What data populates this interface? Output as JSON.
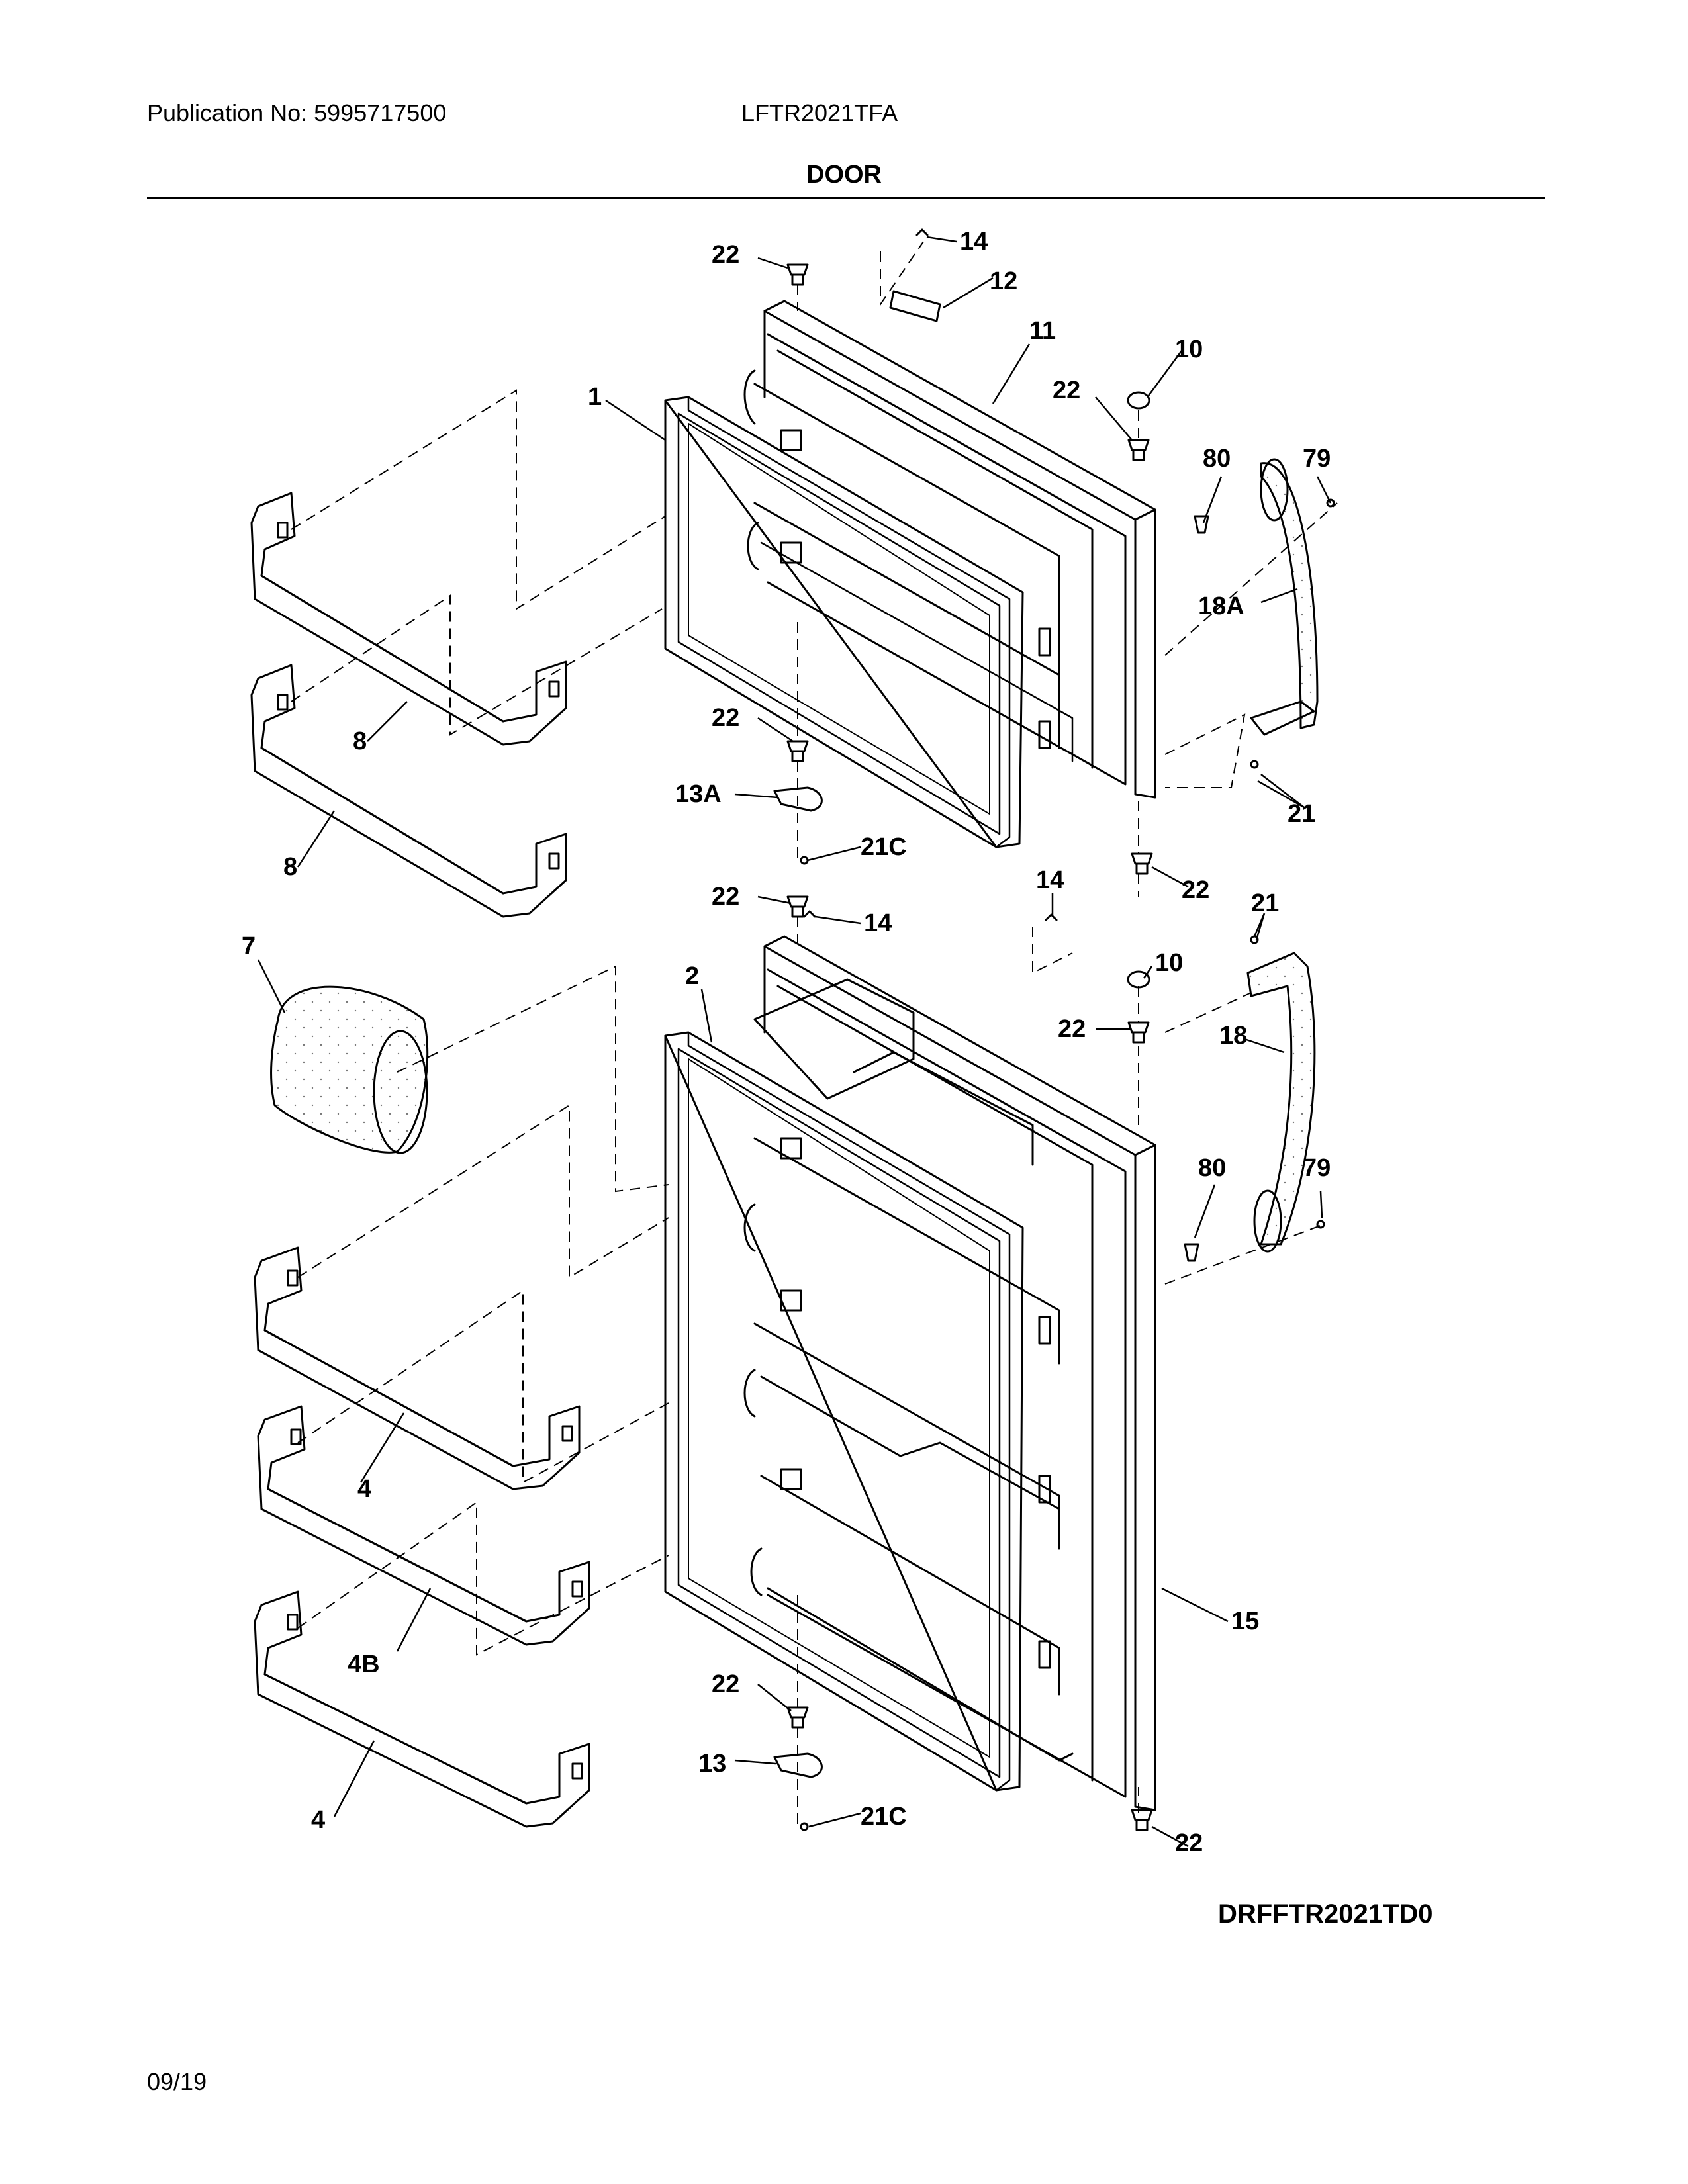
{
  "header": {
    "publication": "Publication No: 5995717500",
    "model": "LFTR2021TFA",
    "title": "DOOR"
  },
  "diagram_code": "DRFFTR2021TD0",
  "date": "09/19",
  "callouts": [
    {
      "id": "c-22-a",
      "text": "22"
    },
    {
      "id": "c-14-a",
      "text": "14"
    },
    {
      "id": "c-12",
      "text": "12"
    },
    {
      "id": "c-11",
      "text": "11"
    },
    {
      "id": "c-10-a",
      "text": "10"
    },
    {
      "id": "c-22-b",
      "text": "22"
    },
    {
      "id": "c-1",
      "text": "1"
    },
    {
      "id": "c-80-a",
      "text": "80"
    },
    {
      "id": "c-79-a",
      "text": "79"
    },
    {
      "id": "c-18A",
      "text": "18A"
    },
    {
      "id": "c-8-a",
      "text": "8"
    },
    {
      "id": "c-22-c",
      "text": "22"
    },
    {
      "id": "c-13A",
      "text": "13A"
    },
    {
      "id": "c-21-a",
      "text": "21"
    },
    {
      "id": "c-8-b",
      "text": "8"
    },
    {
      "id": "c-21C-a",
      "text": "21C"
    },
    {
      "id": "c-22-d",
      "text": "22"
    },
    {
      "id": "c-14-b",
      "text": "14"
    },
    {
      "id": "c-22-e",
      "text": "22"
    },
    {
      "id": "c-14-c",
      "text": "14"
    },
    {
      "id": "c-21-b",
      "text": "21"
    },
    {
      "id": "c-7",
      "text": "7"
    },
    {
      "id": "c-10-b",
      "text": "10"
    },
    {
      "id": "c-2",
      "text": "2"
    },
    {
      "id": "c-22-f",
      "text": "22"
    },
    {
      "id": "c-18",
      "text": "18"
    },
    {
      "id": "c-80-b",
      "text": "80"
    },
    {
      "id": "c-79-b",
      "text": "79"
    },
    {
      "id": "c-4-a",
      "text": "4"
    },
    {
      "id": "c-4B",
      "text": "4B"
    },
    {
      "id": "c-15",
      "text": "15"
    },
    {
      "id": "c-22-g",
      "text": "22"
    },
    {
      "id": "c-13",
      "text": "13"
    },
    {
      "id": "c-21C-b",
      "text": "21C"
    },
    {
      "id": "c-4-b",
      "text": "4"
    },
    {
      "id": "c-22-h",
      "text": "22"
    }
  ]
}
